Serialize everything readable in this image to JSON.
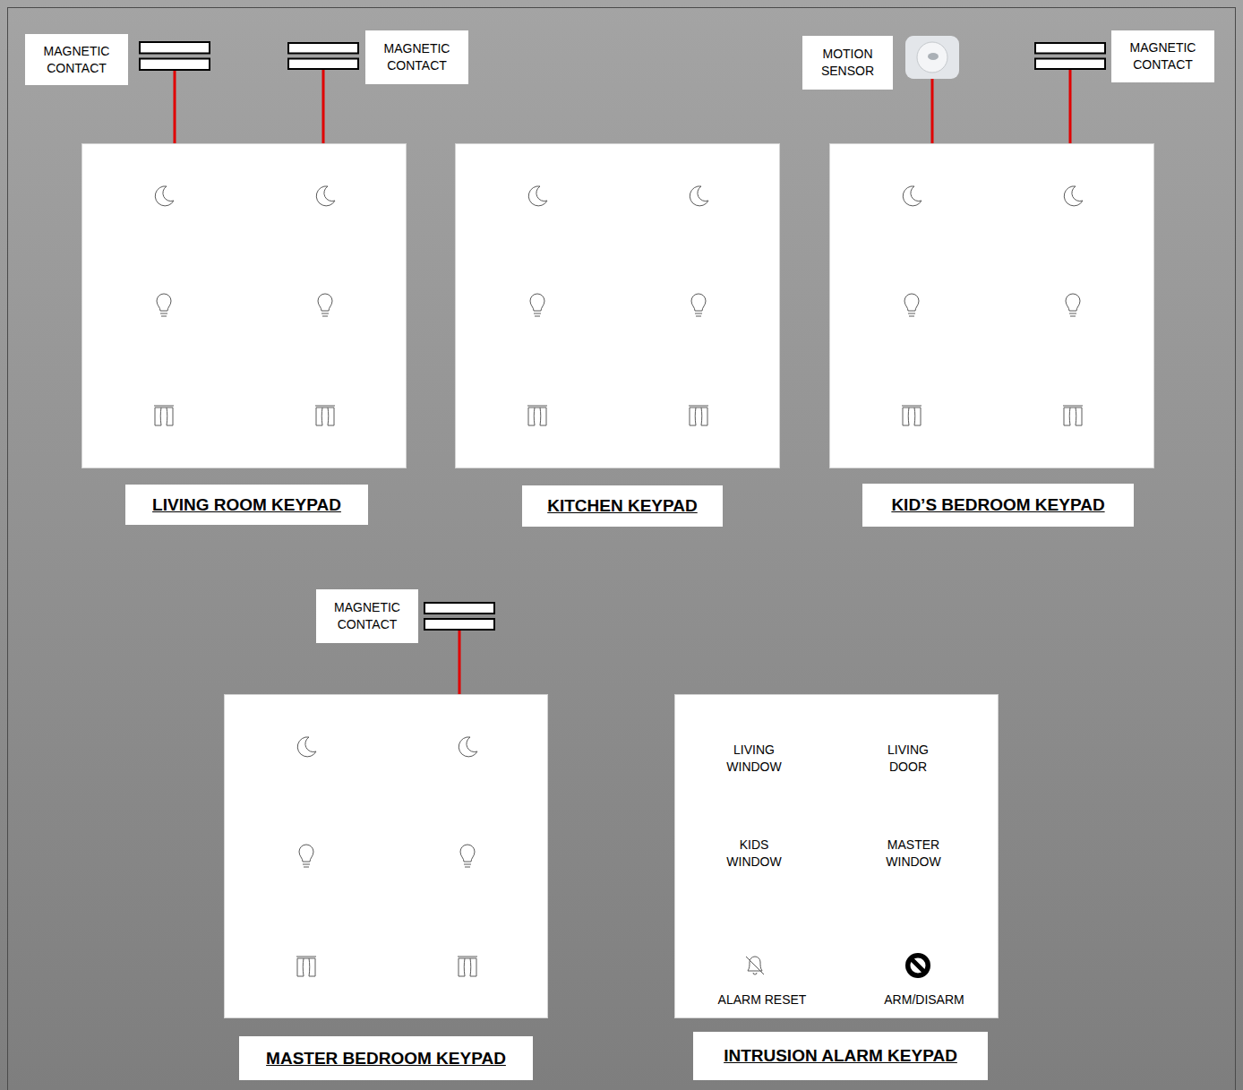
{
  "diagram": {
    "nodes": [
      {
        "text": [
          "MAGNETIC CONTACT"
        ]
      },
      {
        "text": [
          "MAGNETIC CONTACT"
        ]
      },
      {
        "text": [
          "MOTION SENSOR"
        ]
      },
      {
        "text": [
          "MAGNETIC CONTACT"
        ]
      },
      {
        "text": [
          "LIVING ROOM KEYPAD"
        ]
      },
      {
        "text": [
          "KITCHEN KEYPAD"
        ]
      },
      {
        "text": [
          "KID’S BEDROOM KEYPAD"
        ]
      },
      {
        "text": [
          "MAGNETIC CONTACT"
        ]
      },
      {
        "text": [
          "MASTER BEDROOM KEYPAD"
        ]
      },
      {
        "text": [
          "INTRUSION ALARM KEYPAD",
          "LIVING WINDOW",
          "LIVING DOOR",
          "KIDS WINDOW",
          "MASTER WINDOW",
          "ALARM RESET",
          "ARM/DISARM"
        ]
      }
    ],
    "edges": [
      {
        "from": 0,
        "to": 4,
        "arrow": "none"
      },
      {
        "from": 1,
        "to": 4,
        "arrow": "none"
      },
      {
        "from": 2,
        "to": 6,
        "arrow": "none"
      },
      {
        "from": 3,
        "to": 6,
        "arrow": "none"
      },
      {
        "from": 7,
        "to": 8,
        "arrow": "none"
      }
    ]
  }
}
